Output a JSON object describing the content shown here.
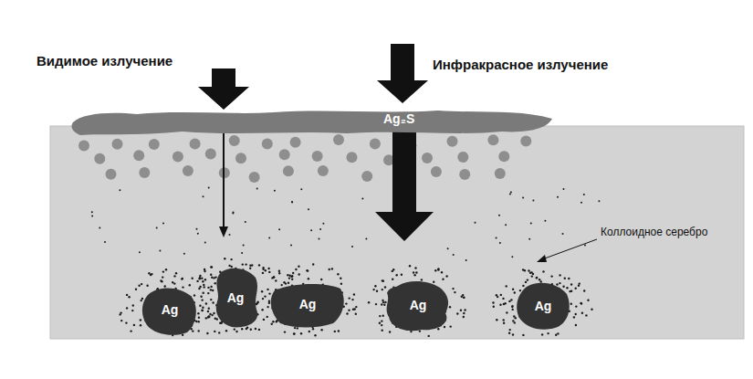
{
  "diagram": {
    "nodes": [
      {
        "text": [
          "Ag₂S"
        ]
      },
      {
        "text": [
          "Ag"
        ]
      },
      {
        "text": [
          "Ag"
        ]
      },
      {
        "text": [
          "Ag"
        ]
      },
      {
        "text": [
          "Ag"
        ]
      },
      {
        "text": [
          "Ag"
        ]
      }
    ],
    "labels": [
      "Видимое излучение",
      "Инфракрасное излучение",
      "Коллоидное серебро"
    ]
  }
}
